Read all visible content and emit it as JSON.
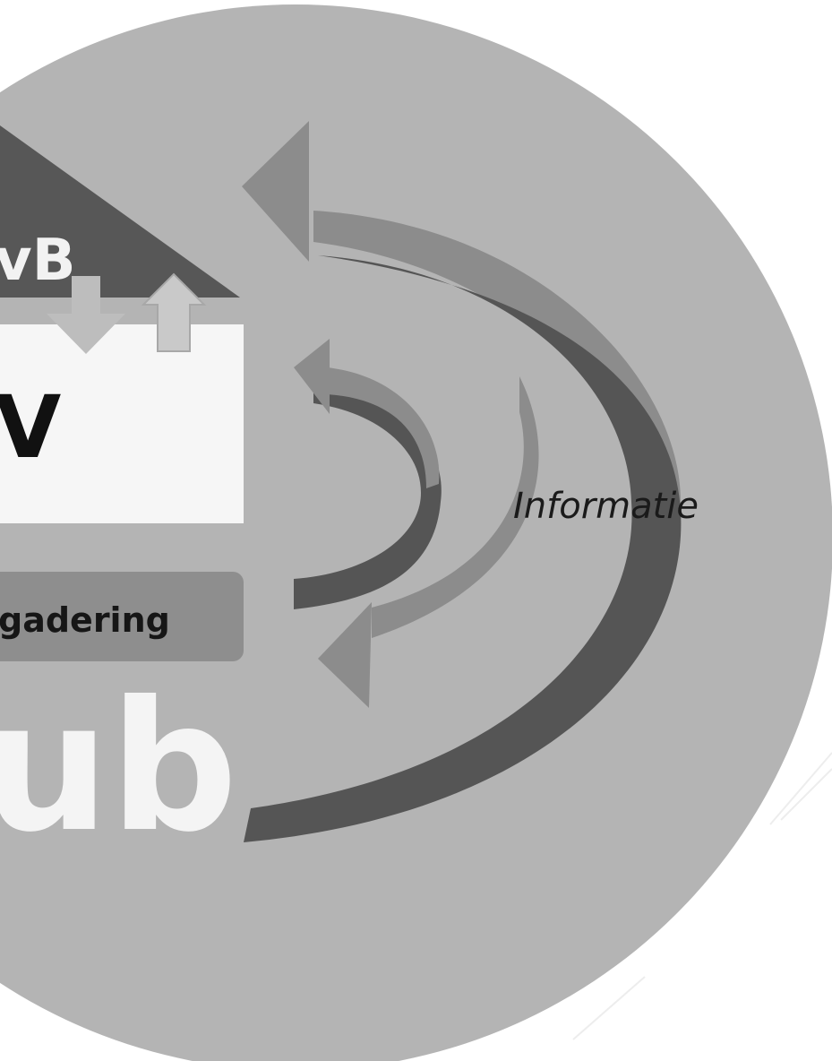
{
  "diagram": {
    "triangle_label": "vB",
    "box_label": "V",
    "bar_label": "gadering",
    "big_word": "ub",
    "side_label": "Informatie"
  },
  "colors": {
    "ellipse": "#b4b4b4",
    "triangle": "#575757",
    "box": "#f6f6f6",
    "bar": "#8e8e8e",
    "arc_light": "#8c8c8c",
    "arc_dark": "#555555",
    "up_arrow": "#c9c9c9",
    "big_word": "#f4f4f4"
  }
}
